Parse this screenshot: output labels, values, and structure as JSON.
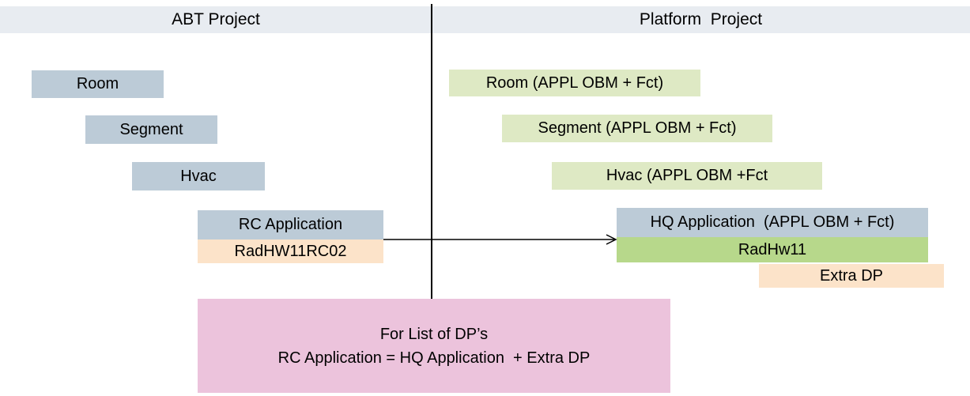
{
  "header": {
    "left_title": "ABT Project",
    "right_title": "Platform  Project"
  },
  "left_column": {
    "boxes": [
      {
        "label": "Room",
        "color": "bluegray"
      },
      {
        "label": "Segment",
        "color": "bluegray"
      },
      {
        "label": "Hvac",
        "color": "bluegray"
      },
      {
        "label": "RC Application",
        "color": "bluegray"
      },
      {
        "label": "RadHW11RC02",
        "color": "peach"
      }
    ]
  },
  "right_column": {
    "boxes": [
      {
        "label": "Room (APPL OBM + Fct)",
        "color": "lightgreen"
      },
      {
        "label": "Segment (APPL OBM + Fct)",
        "color": "lightgreen"
      },
      {
        "label": "Hvac (APPL OBM +Fct",
        "color": "lightgreen"
      },
      {
        "label": "HQ Application  (APPL OBM + Fct)",
        "color": "bluegray"
      },
      {
        "label": "RadHw11",
        "color": "green"
      },
      {
        "label": "Extra DP",
        "color": "peach"
      }
    ]
  },
  "note": {
    "line1": "For List of DP’s",
    "line2": "RC Application = HQ Application  + Extra DP"
  },
  "colors": {
    "header_bg": "#e8ecf1",
    "bluegray": "#bccbd7",
    "lightgreen": "#dee9c4",
    "green": "#b7d88b",
    "peach": "#fce3c9",
    "pink": "#ecc3dc",
    "line": "#000000"
  }
}
